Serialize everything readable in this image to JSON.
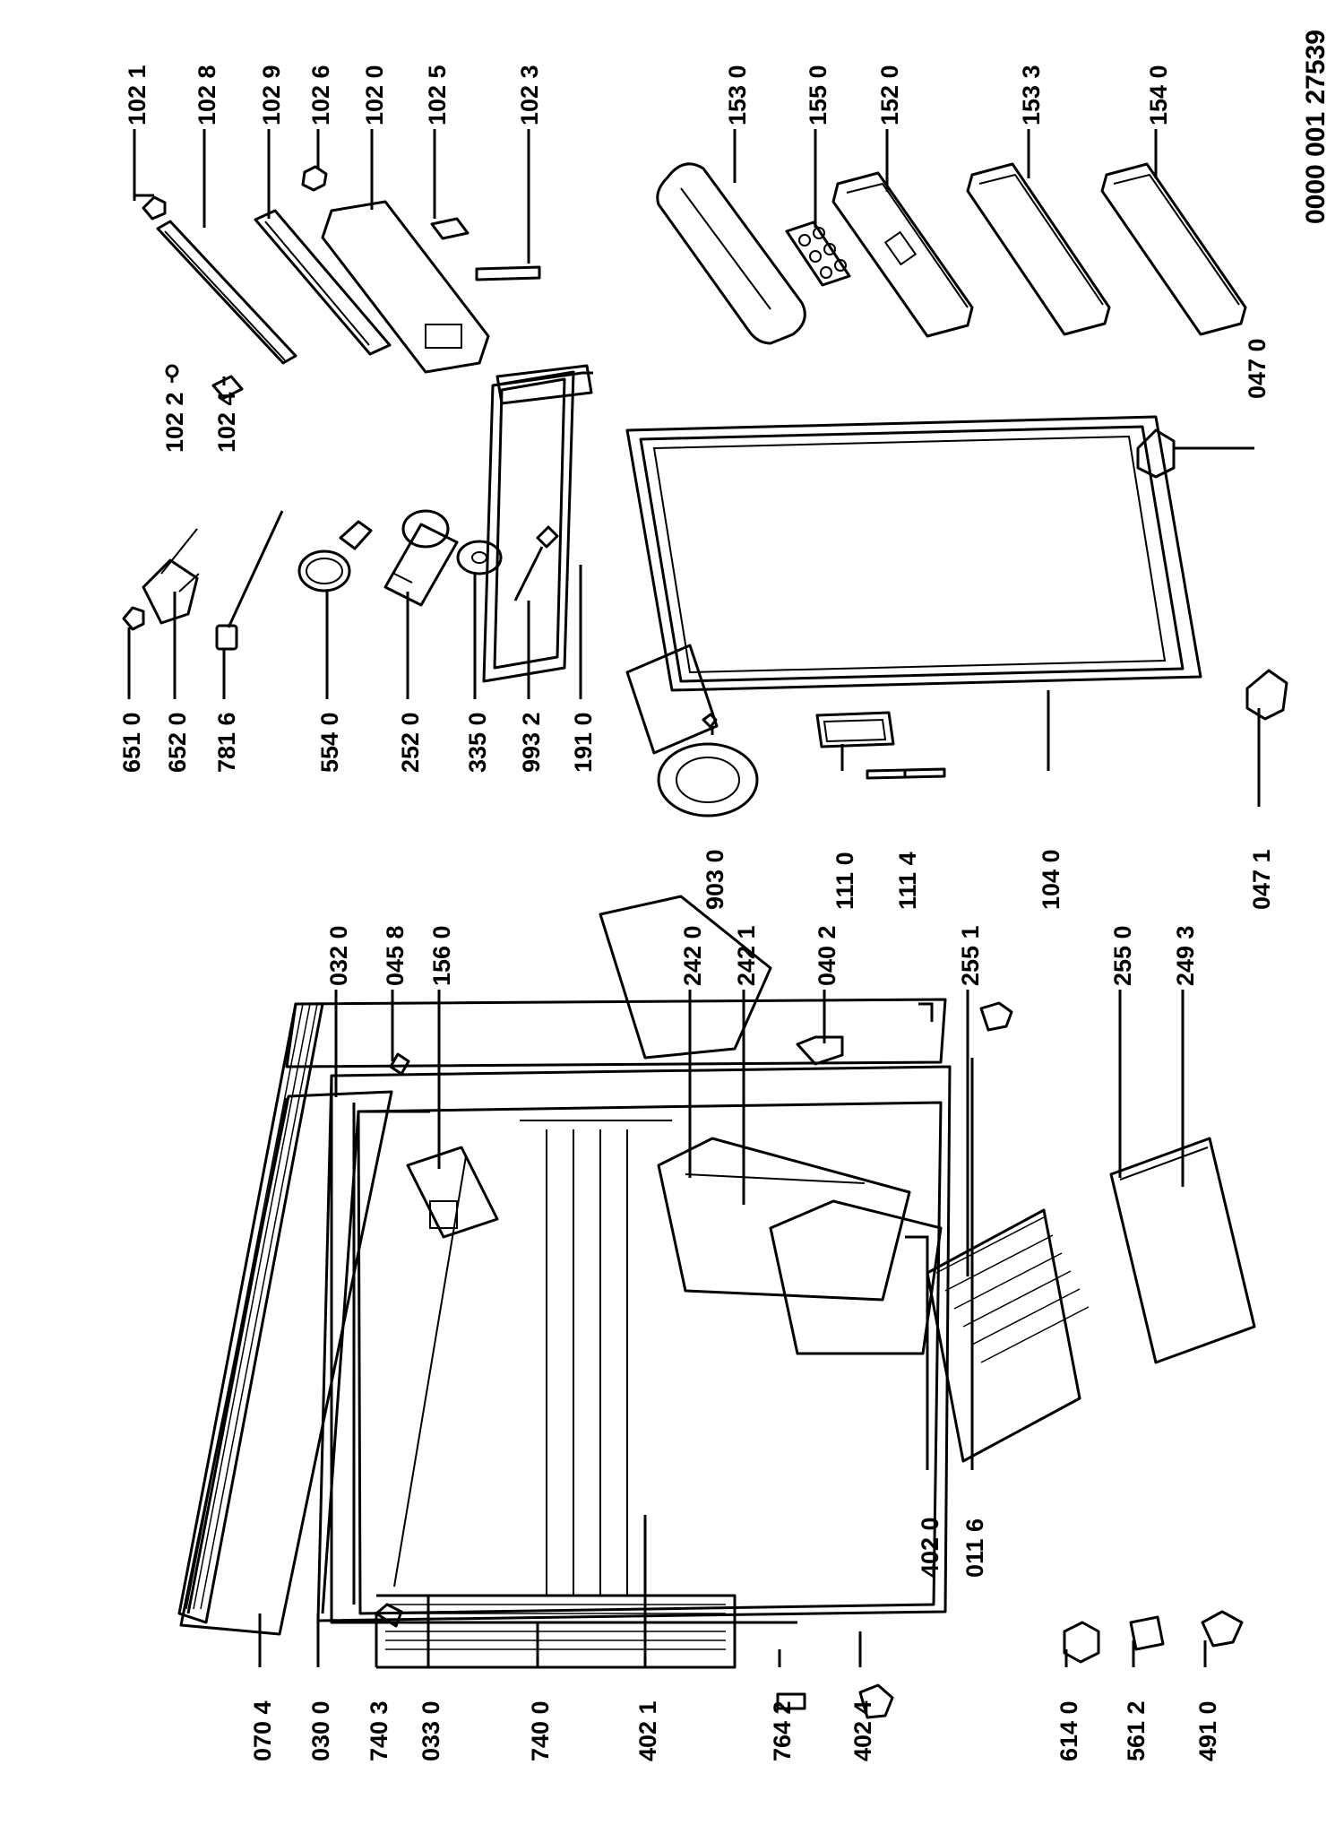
{
  "document_number": "0000 001 27539",
  "labels": {
    "l_1021": "102 1",
    "l_1028": "102 8",
    "l_1029": "102 9",
    "l_1026": "102 6",
    "l_1020": "102 0",
    "l_1025": "102 5",
    "l_1023": "102 3",
    "l_1530": "153 0",
    "l_1550": "155 0",
    "l_1520": "152 0",
    "l_1533": "153 3",
    "l_1540": "154 0",
    "l_1022": "102 2",
    "l_1024": "102 4",
    "l_0470": "047 0",
    "l_6510": "651 0",
    "l_6520": "652 0",
    "l_7816": "781 6",
    "l_5540": "554 0",
    "l_2520": "252 0",
    "l_3350": "335 0",
    "l_9932": "993 2",
    "l_1910": "191 0",
    "l_9030": "903 0",
    "l_1110": "111 0",
    "l_1114": "111 4",
    "l_1040": "104 0",
    "l_0471": "047 1",
    "l_0320": "032 0",
    "l_0458": "045 8",
    "l_1560": "156 0",
    "l_2420": "242 0",
    "l_2421": "242 1",
    "l_0402": "040 2",
    "l_2551": "255 1",
    "l_2550": "255 0",
    "l_2493": "249 3",
    "l_0704": "070 4",
    "l_0300": "030 0",
    "l_7403": "740 3",
    "l_0330": "033 0",
    "l_7400": "740 0",
    "l_4021": "402 1",
    "l_7642": "764 2",
    "l_4024": "402 4",
    "l_4020": "402 0",
    "l_0116": "011 6",
    "l_6140": "614 0",
    "l_5612": "561 2",
    "l_4910": "491 0"
  }
}
